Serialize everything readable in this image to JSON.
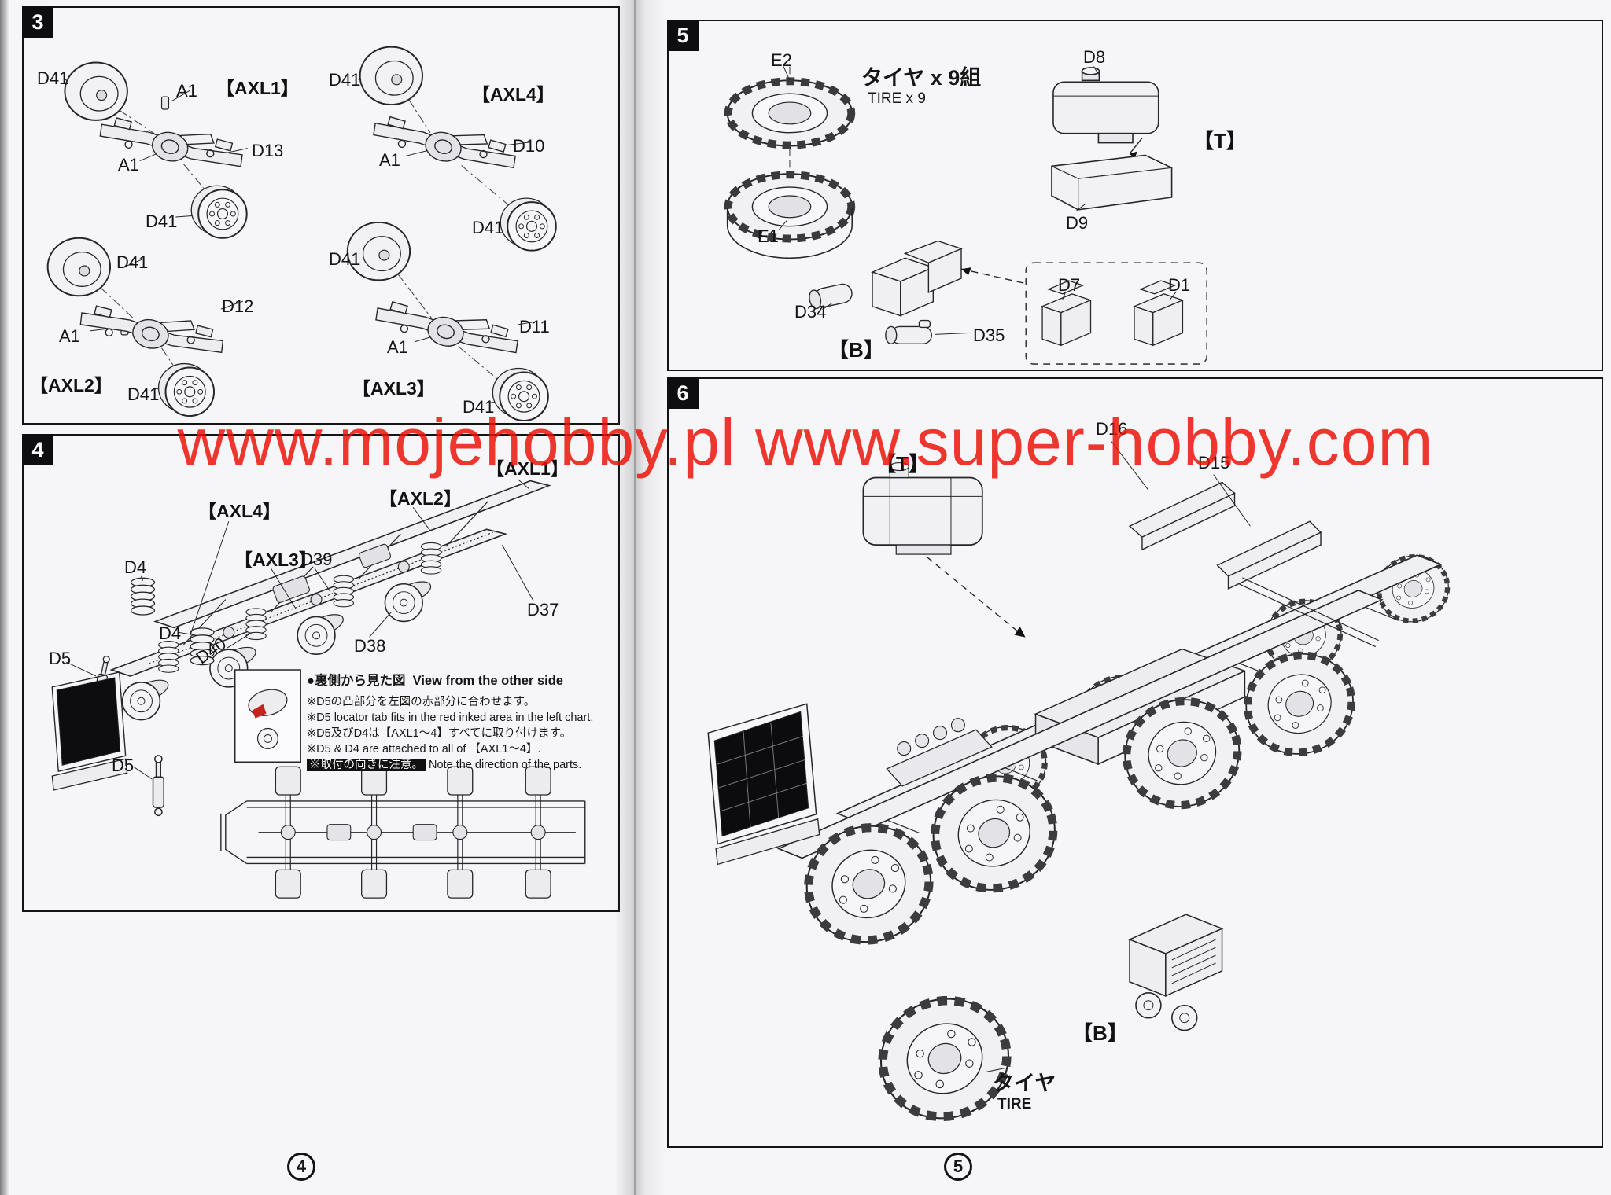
{
  "watermark": "www.mojehobby.pl www.super-hobby.com",
  "colors": {
    "watermark_red": "#ec1106",
    "red_ink_area": "#c6231f",
    "line_ink": "#26262a",
    "paper": "#f6f6f8"
  },
  "left": {
    "page_number": "4",
    "step3": {
      "num": "3",
      "axl1": {
        "title": "【AXL1】",
        "d41_top": "D41",
        "a1_top": "A1",
        "d13": "D13",
        "a1_low": "A1",
        "d41_low": "D41"
      },
      "axl4": {
        "title": "【AXL4】",
        "d41_top": "D41",
        "a1": "A1",
        "d10": "D10",
        "d41_low": "D41"
      },
      "axl2": {
        "title": "【AXL2】",
        "d41_top": "D41",
        "d12": "D12",
        "a1": "A1",
        "d41_low": "D41"
      },
      "axl3": {
        "title": "【AXL3】",
        "d41_top": "D41",
        "d11": "D11",
        "a1": "A1",
        "d41_low": "D41"
      }
    },
    "step4": {
      "num": "4",
      "axl1": "【AXL1】",
      "axl2": "【AXL2】",
      "axl3": "【AXL3】",
      "axl4": "【AXL4】",
      "d39": "D39",
      "d4_a": "D4",
      "d37": "D37",
      "d4_b": "D4",
      "d38": "D38",
      "d40": "D40",
      "d5_a": "D5",
      "d5_b": "D5",
      "notes": {
        "title_jp": "●裏側から見た図",
        "title_en": "View from the other side",
        "line1": "※D5の凸部分を左図の赤部分に合わせます。",
        "line2": "※D5 locator tab fits in the red inked area in the left chart.",
        "line3": "※D5及びD4は【AXL1～4】すべてに取り付けます。",
        "line4": "※D5 & D4 are attached to all of 【AXL1～4】.",
        "line5_jp": "※取付の向きに注意。",
        "line5_en": "Note the direction of the parts."
      }
    }
  },
  "right": {
    "page_number": "5",
    "step5": {
      "num": "5",
      "e2": "E2",
      "e1": "E1",
      "tire_count_jp": "タイヤ x 9組",
      "tire_count_en": "TIRE x 9",
      "d8": "D8",
      "d9": "D9",
      "t_mark": "【T】",
      "d34": "D34",
      "d35": "D35",
      "b_mark": "【B】",
      "d7": "D7",
      "d1": "D1"
    },
    "step6": {
      "num": "6",
      "t_mark": "【T】",
      "d16": "D16",
      "d15": "D15",
      "b_mark": "【B】",
      "tire_jp": "タイヤ",
      "tire_en": "TIRE"
    }
  }
}
